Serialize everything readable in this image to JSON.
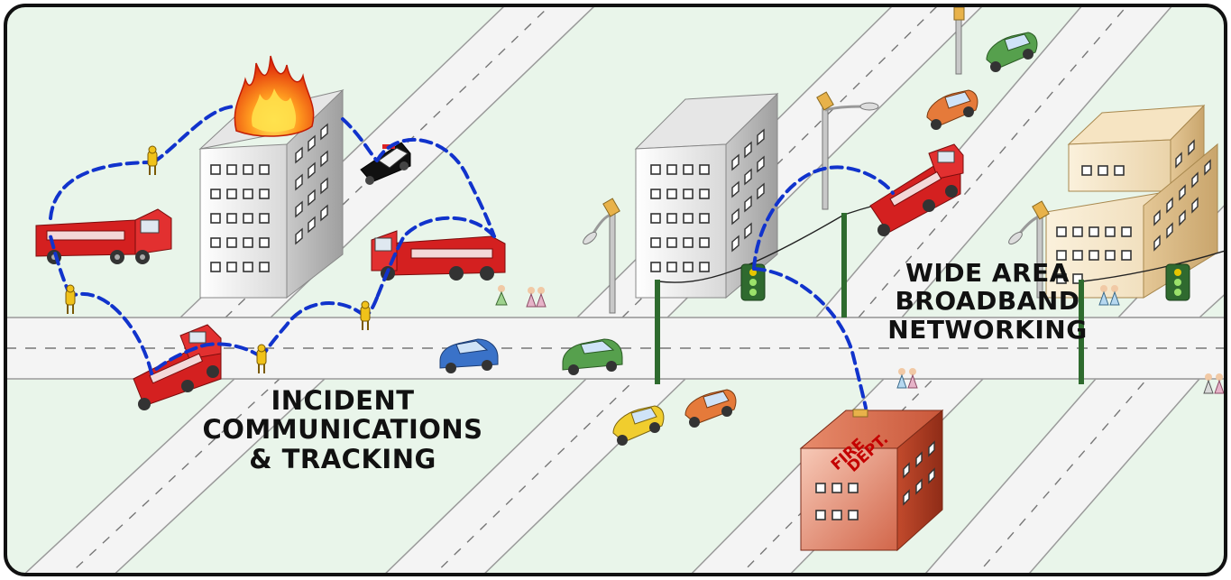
{
  "labels": {
    "incident": [
      "INCIDENT",
      "COMMUNICATIONS",
      "& TRACKING"
    ],
    "wide_area": [
      "WIDE AREA",
      "BROADBAND",
      "NETWORKING"
    ],
    "fire_dept": [
      "FIRE",
      "DEPT."
    ]
  },
  "colors": {
    "background": "#e9f5ea",
    "road": "#f4f4f4",
    "road_edge": "#9a9a9a",
    "link": "#1133cc",
    "fire_truck": "#d42020",
    "fire_dept_building": "#c8482c",
    "pole": "#2e6b2e"
  },
  "icons": [
    "fire-icon",
    "fire-truck-icon",
    "police-car-icon",
    "car-icon",
    "firefighter-icon",
    "pedestrian-icon",
    "street-lamp-icon",
    "traffic-light-icon",
    "building-icon"
  ]
}
